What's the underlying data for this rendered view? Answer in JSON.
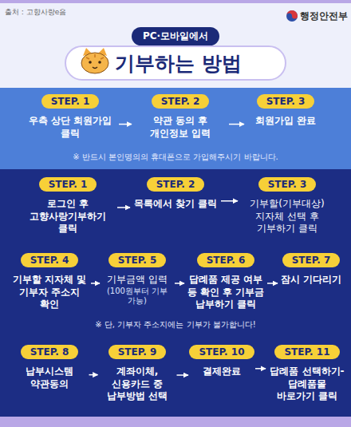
{
  "diagram": {
    "title": "기부하는 방법",
    "nodes": [
      {
        "text": [
          "STEP. 1",
          "우측 상단 회원가입 클릭"
        ]
      },
      {
        "text": [
          "STEP. 2",
          "약관 동의 후 개인정보 입력"
        ]
      },
      {
        "text": [
          "STEP. 3",
          "회원가입 완료"
        ]
      },
      {
        "text": [
          "STEP. 1",
          "로그인 후 고향사랑기부하기 클릭"
        ]
      },
      {
        "text": [
          "STEP. 2",
          "목록에서 찾기 클릭"
        ]
      },
      {
        "text": [
          "STEP. 3",
          "기부할(기부대상) 지자체 선택 후 기부하기 클릭"
        ]
      },
      {
        "text": [
          "STEP. 4",
          "기부할 지자체 및 기부자 주소지 확인"
        ]
      },
      {
        "text": [
          "STEP. 5",
          "기부금액 입력",
          "(100원부터 기부 가능)"
        ]
      },
      {
        "text": [
          "STEP. 6",
          "답례품 제공 여부 등 확인 후 기부금 납부하기 클릭"
        ]
      },
      {
        "text": [
          "STEP. 7",
          "잠시 기다리기"
        ]
      },
      {
        "text": [
          "STEP. 8",
          "납부시스템 약관동의"
        ]
      },
      {
        "text": [
          "STEP. 9",
          "계좌이체, 신용카드 중 납부방법 선택"
        ]
      },
      {
        "text": [
          "STEP. 10",
          "결제완료"
        ]
      },
      {
        "text": [
          "STEP. 11",
          "답례품 선택하기- 답례품몰 바로가기 클릭"
        ]
      }
    ],
    "edges": [
      {
        "from": 0,
        "to": 1,
        "arrow": "to"
      },
      {
        "from": 1,
        "to": 2,
        "arrow": "to"
      },
      {
        "from": 3,
        "to": 4,
        "arrow": "to"
      },
      {
        "from": 4,
        "to": 5,
        "arrow": "to"
      },
      {
        "from": 6,
        "to": 7,
        "arrow": "to"
      },
      {
        "from": 7,
        "to": 8,
        "arrow": "to"
      },
      {
        "from": 8,
        "to": 9,
        "arrow": "to"
      },
      {
        "from": 10,
        "to": 11,
        "arrow": "to"
      },
      {
        "from": 11,
        "to": 12,
        "arrow": "to"
      },
      {
        "from": 12,
        "to": 13,
        "arrow": "to"
      }
    ],
    "labels": [
      "출처 : 고향사랑e음",
      "행정안전부",
      "PC·모바일에서",
      "※ 반드시 본인명의의 휴대폰으로 가입해주시기 바랍니다.",
      "※ 단, 기부자 주소지에는 기부가 불가합니다!"
    ]
  }
}
